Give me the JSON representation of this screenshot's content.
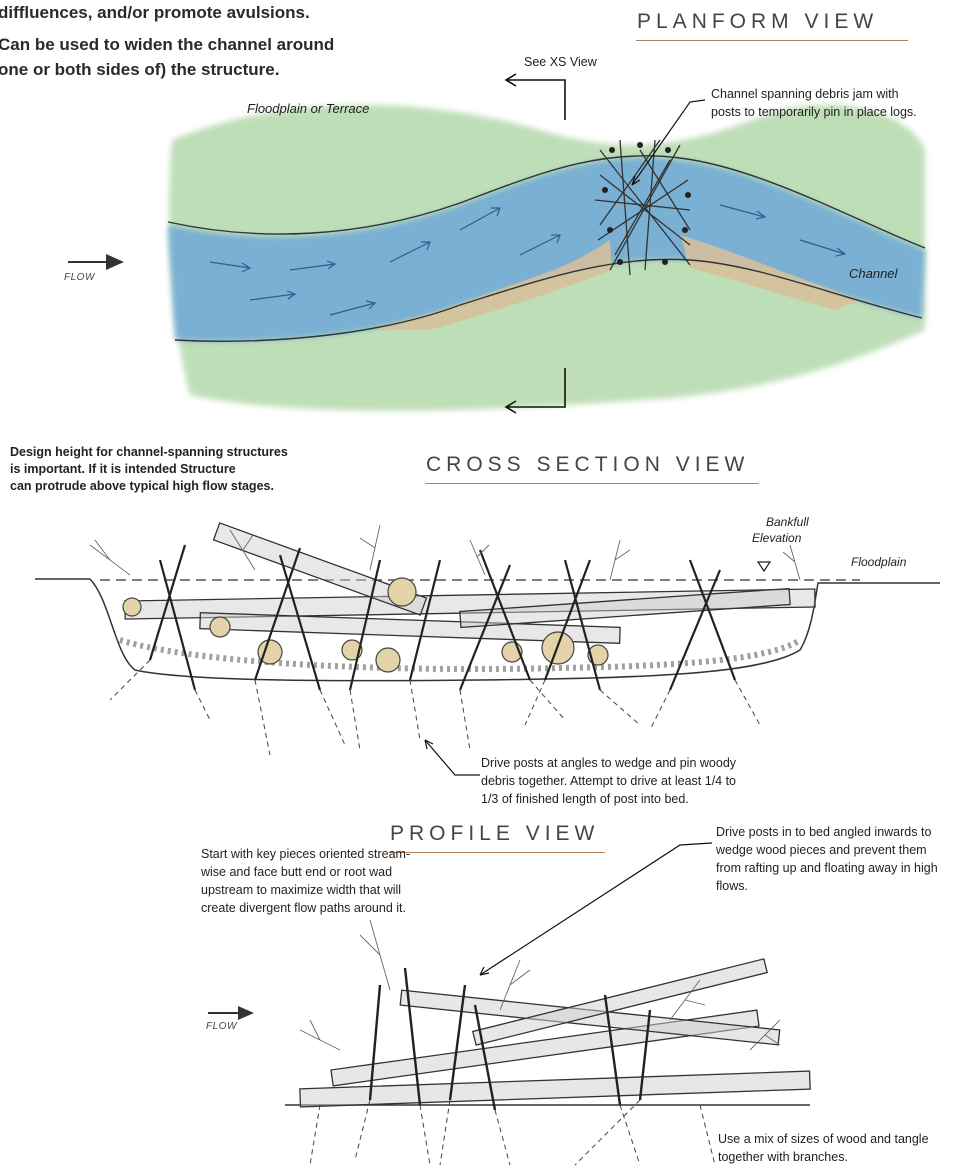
{
  "intro": {
    "line1": "diffluences, and/or promote avulsions.",
    "line2": "Can be used to widen the channel around",
    "line3": "one or both sides of) the structure."
  },
  "planform": {
    "title": "PLANFORM VIEW",
    "see_xs": "See XS View",
    "floodplain_label": "Floodplain or Terrace",
    "jam_note": "Channel spanning debris jam with posts to temporarily pin in place logs.",
    "flow_label": "FLOW",
    "channel_label": "Channel",
    "colors": {
      "water": "#6ea8d8",
      "floodplain": "#a9d4a0",
      "bar": "#d8c09a"
    }
  },
  "design_note": {
    "line1": "Design height for channel-spanning structures",
    "line2": "is important.  If it is intended Structure",
    "line3": "can protrude above typical high flow stages."
  },
  "cross_section": {
    "title": "CROSS SECTION VIEW",
    "bankfull": "Bankfull",
    "elevation": "Elevation",
    "floodplain": "Floodplain",
    "drive_note": "Drive posts at angles to wedge and pin woody debris together.  Attempt to drive at least 1/4 to 1/3 of finished length of post into bed."
  },
  "profile": {
    "title": "PROFILE VIEW",
    "start_note": "Start with key pieces oriented stream-wise and face butt end or root wad upstream to maximize width that will create divergent flow paths around it.",
    "drive_note": "Drive posts in to bed angled inwards to wedge wood pieces and prevent them from rafting up and floating away in high flows.",
    "flow_label": "FLOW",
    "mix_note": "Use a mix of sizes of wood and tangle together with branches."
  }
}
